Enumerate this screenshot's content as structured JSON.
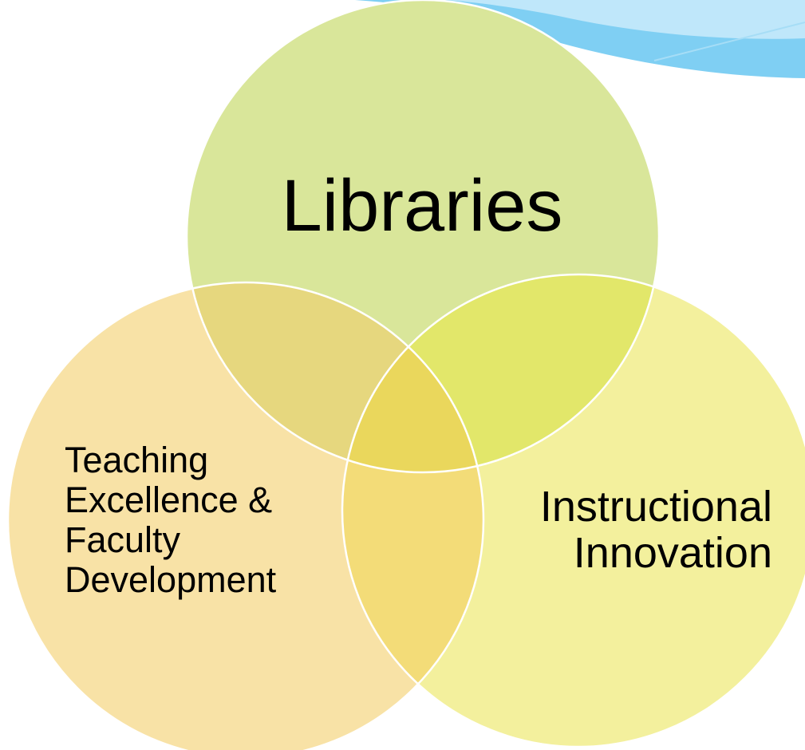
{
  "diagram": {
    "type": "venn",
    "circles": [
      {
        "id": "top",
        "label": "Libraries",
        "color": "#D9E69A"
      },
      {
        "id": "left",
        "label": "Teaching\nExcellence &\nFaculty\nDevelopment",
        "color": "#F8E2A6"
      },
      {
        "id": "right",
        "label": "Instructional\nInnovation",
        "color": "#F3F09D"
      }
    ],
    "overlap_colors": {
      "top_left": "#E6D77E",
      "top_right": "#E2E76A",
      "left_right": "#F3DC78",
      "center": "#EAD75C"
    },
    "stroke_color": "#FFFFFF",
    "decoration": {
      "swoosh_colors": [
        "#7FCFF3",
        "#BFE7FA",
        "#A6DDF6"
      ]
    }
  }
}
